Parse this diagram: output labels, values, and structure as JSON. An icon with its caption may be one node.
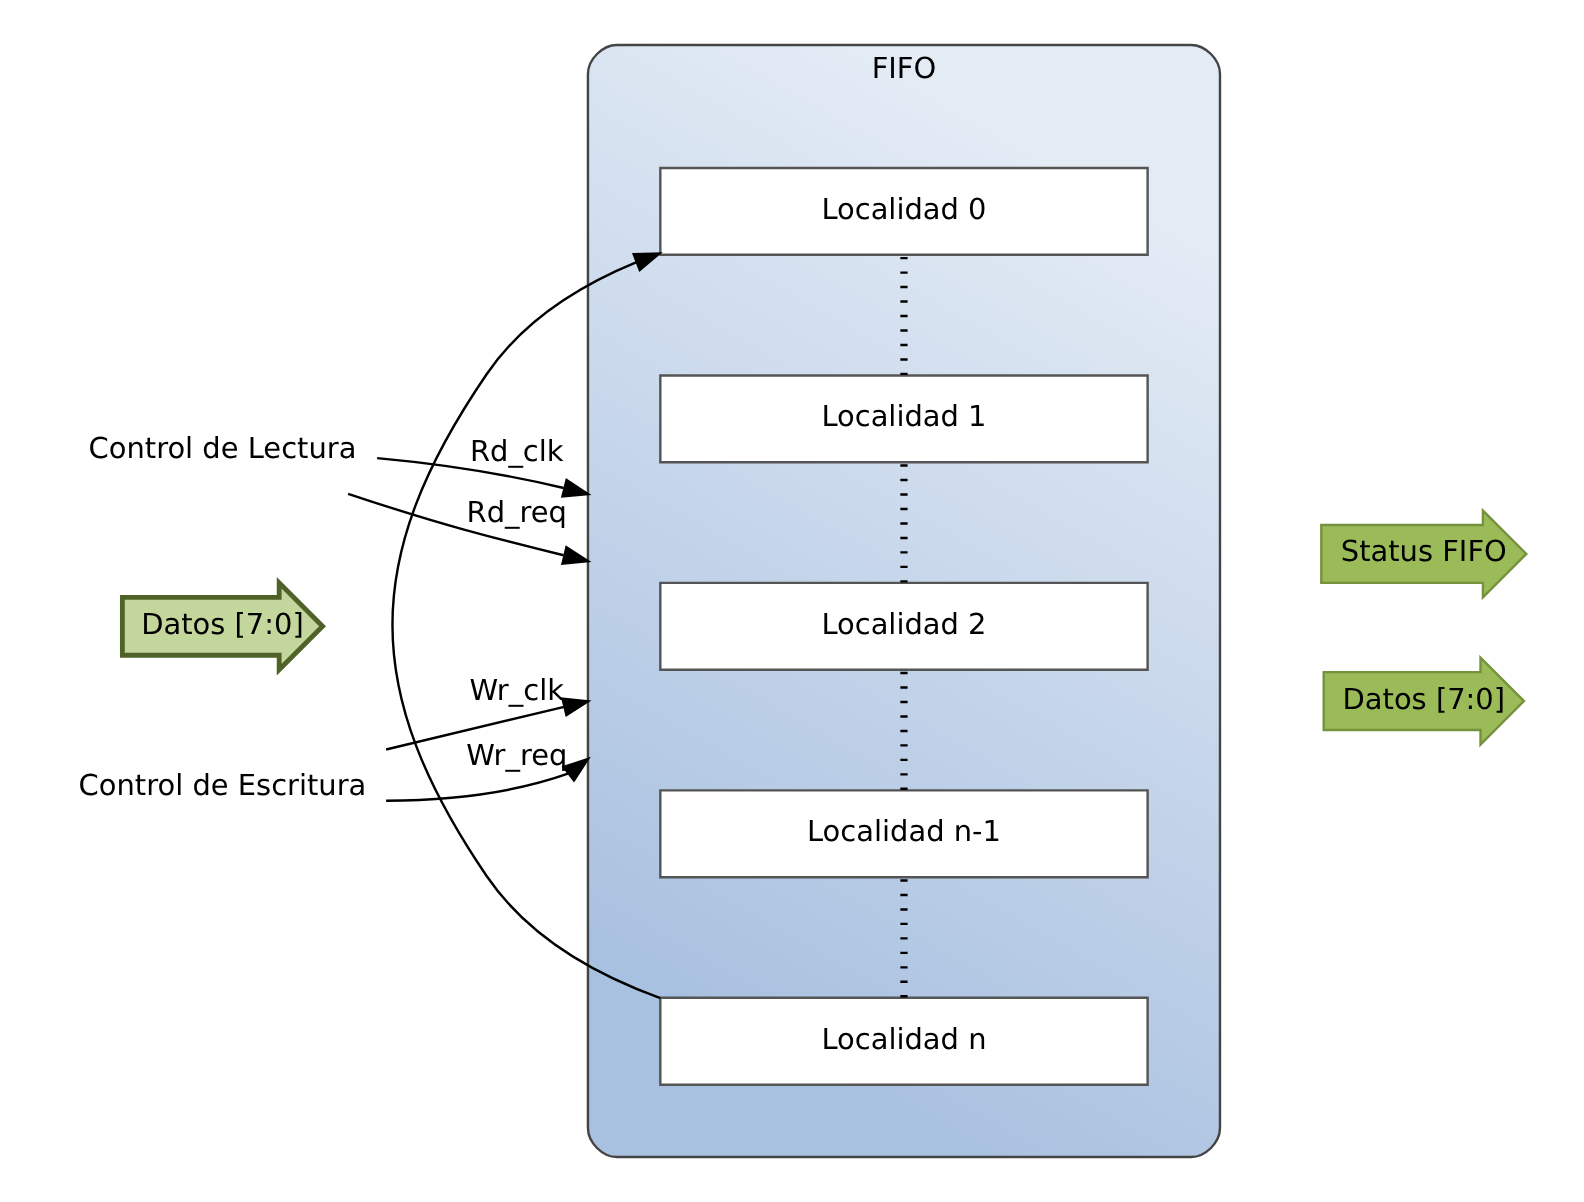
{
  "diagram": {
    "nodes": [
      {
        "text": [
          "FIFO"
        ]
      },
      {
        "text": [
          "Localidad 0"
        ],
        "in": 0
      },
      {
        "text": [
          "Localidad 1"
        ],
        "in": 0
      },
      {
        "text": [
          "Localidad 2"
        ],
        "in": 0
      },
      {
        "text": [
          "Localidad n-1"
        ],
        "in": 0
      },
      {
        "text": [
          "Localidad n"
        ],
        "in": 0
      },
      {
        "text": [
          "Control de Lectura"
        ]
      },
      {
        "text": [
          "Datos [7:0]"
        ]
      },
      {
        "text": [
          "Control de Escritura"
        ]
      },
      {
        "text": [
          "Status FIFO"
        ]
      },
      {
        "text": [
          "Datos [7:0]"
        ]
      }
    ],
    "edges": [
      {
        "from": 6,
        "to": 0,
        "label": "Rd_clk",
        "arrow": "to"
      },
      {
        "from": 6,
        "to": 0,
        "label": "Rd_req",
        "arrow": "to"
      },
      {
        "from": 8,
        "to": 0,
        "label": "Wr_clk",
        "arrow": "to"
      },
      {
        "from": 8,
        "to": 0,
        "label": "Wr_req",
        "arrow": "to"
      },
      {
        "from": 1,
        "to": 2,
        "arrow": "none",
        "style": "dashed"
      },
      {
        "from": 2,
        "to": 3,
        "arrow": "none",
        "style": "dashed"
      },
      {
        "from": 3,
        "to": 4,
        "arrow": "none",
        "style": "dashed"
      },
      {
        "from": 4,
        "to": 5,
        "arrow": "none",
        "style": "dashed"
      },
      {
        "from": 5,
        "to": 1,
        "arrow": "to"
      }
    ]
  }
}
